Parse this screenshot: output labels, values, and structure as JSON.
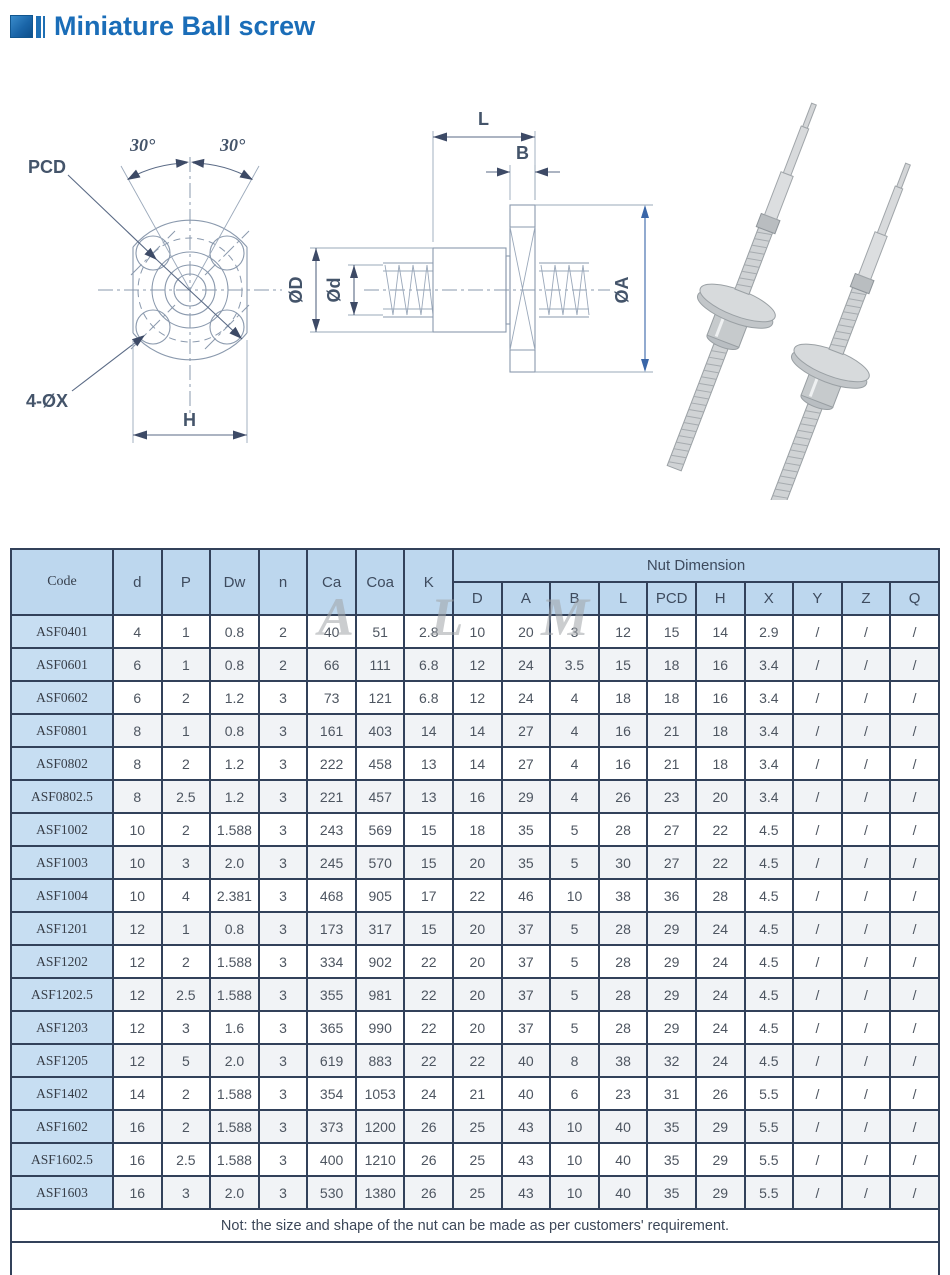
{
  "page": {
    "title": "Miniature Ball screw"
  },
  "watermark": "A L M",
  "colors": {
    "title_blue": "#1a6db8",
    "header_bg": "#bdd7ee",
    "code_bg": "#c7def2",
    "border": "#32415a",
    "stripe": "#f1f3f6",
    "photo_dim_arrow": "#3a66a8"
  },
  "front_view": {
    "pcd": "PCD",
    "angle_left": "30°",
    "angle_right": "30°",
    "holes": "4-ØX",
    "width": "H"
  },
  "side_view": {
    "length": "L",
    "flange_width": "B",
    "outer_dia": "ØD",
    "screw_dia": "Ød",
    "flange_dia": "ØA"
  },
  "table": {
    "main_columns": [
      "Code",
      "d",
      "P",
      "Dw",
      "n",
      "Ca",
      "Coa",
      "K"
    ],
    "group_header": "Nut Dimension",
    "nut_columns": [
      "D",
      "A",
      "B",
      "L",
      "PCD",
      "H",
      "X",
      "Y",
      "Z",
      "Q"
    ],
    "rows": [
      {
        "code": "ASF0401",
        "values": [
          "4",
          "1",
          "0.8",
          "2",
          "40",
          "51",
          "2.8",
          "10",
          "20",
          "3",
          "12",
          "15",
          "14",
          "2.9",
          "/",
          "/",
          "/"
        ]
      },
      {
        "code": "ASF0601",
        "values": [
          "6",
          "1",
          "0.8",
          "2",
          "66",
          "111",
          "6.8",
          "12",
          "24",
          "3.5",
          "15",
          "18",
          "16",
          "3.4",
          "/",
          "/",
          "/"
        ]
      },
      {
        "code": "ASF0602",
        "values": [
          "6",
          "2",
          "1.2",
          "3",
          "73",
          "121",
          "6.8",
          "12",
          "24",
          "4",
          "18",
          "18",
          "16",
          "3.4",
          "/",
          "/",
          "/"
        ]
      },
      {
        "code": "ASF0801",
        "values": [
          "8",
          "1",
          "0.8",
          "3",
          "161",
          "403",
          "14",
          "14",
          "27",
          "4",
          "16",
          "21",
          "18",
          "3.4",
          "/",
          "/",
          "/"
        ]
      },
      {
        "code": "ASF0802",
        "values": [
          "8",
          "2",
          "1.2",
          "3",
          "222",
          "458",
          "13",
          "14",
          "27",
          "4",
          "16",
          "21",
          "18",
          "3.4",
          "/",
          "/",
          "/"
        ]
      },
      {
        "code": "ASF0802.5",
        "values": [
          "8",
          "2.5",
          "1.2",
          "3",
          "221",
          "457",
          "13",
          "16",
          "29",
          "4",
          "26",
          "23",
          "20",
          "3.4",
          "/",
          "/",
          "/"
        ]
      },
      {
        "code": "ASF1002",
        "values": [
          "10",
          "2",
          "1.588",
          "3",
          "243",
          "569",
          "15",
          "18",
          "35",
          "5",
          "28",
          "27",
          "22",
          "4.5",
          "/",
          "/",
          "/"
        ]
      },
      {
        "code": "ASF1003",
        "values": [
          "10",
          "3",
          "2.0",
          "3",
          "245",
          "570",
          "15",
          "20",
          "35",
          "5",
          "30",
          "27",
          "22",
          "4.5",
          "/",
          "/",
          "/"
        ]
      },
      {
        "code": "ASF1004",
        "values": [
          "10",
          "4",
          "2.381",
          "3",
          "468",
          "905",
          "17",
          "22",
          "46",
          "10",
          "38",
          "36",
          "28",
          "4.5",
          "/",
          "/",
          "/"
        ]
      },
      {
        "code": "ASF1201",
        "values": [
          "12",
          "1",
          "0.8",
          "3",
          "173",
          "317",
          "15",
          "20",
          "37",
          "5",
          "28",
          "29",
          "24",
          "4.5",
          "/",
          "/",
          "/"
        ]
      },
      {
        "code": "ASF1202",
        "values": [
          "12",
          "2",
          "1.588",
          "3",
          "334",
          "902",
          "22",
          "20",
          "37",
          "5",
          "28",
          "29",
          "24",
          "4.5",
          "/",
          "/",
          "/"
        ]
      },
      {
        "code": "ASF1202.5",
        "values": [
          "12",
          "2.5",
          "1.588",
          "3",
          "355",
          "981",
          "22",
          "20",
          "37",
          "5",
          "28",
          "29",
          "24",
          "4.5",
          "/",
          "/",
          "/"
        ]
      },
      {
        "code": "ASF1203",
        "values": [
          "12",
          "3",
          "1.6",
          "3",
          "365",
          "990",
          "22",
          "20",
          "37",
          "5",
          "28",
          "29",
          "24",
          "4.5",
          "/",
          "/",
          "/"
        ]
      },
      {
        "code": "ASF1205",
        "values": [
          "12",
          "5",
          "2.0",
          "3",
          "619",
          "883",
          "22",
          "22",
          "40",
          "8",
          "38",
          "32",
          "24",
          "4.5",
          "/",
          "/",
          "/"
        ]
      },
      {
        "code": "ASF1402",
        "values": [
          "14",
          "2",
          "1.588",
          "3",
          "354",
          "1053",
          "24",
          "21",
          "40",
          "6",
          "23",
          "31",
          "26",
          "5.5",
          "/",
          "/",
          "/"
        ]
      },
      {
        "code": "ASF1602",
        "values": [
          "16",
          "2",
          "1.588",
          "3",
          "373",
          "1200",
          "26",
          "25",
          "43",
          "10",
          "40",
          "35",
          "29",
          "5.5",
          "/",
          "/",
          "/"
        ]
      },
      {
        "code": "ASF1602.5",
        "values": [
          "16",
          "2.5",
          "1.588",
          "3",
          "400",
          "1210",
          "26",
          "25",
          "43",
          "10",
          "40",
          "35",
          "29",
          "5.5",
          "/",
          "/",
          "/"
        ]
      },
      {
        "code": "ASF1603",
        "values": [
          "16",
          "3",
          "2.0",
          "3",
          "530",
          "1380",
          "26",
          "25",
          "43",
          "10",
          "40",
          "35",
          "29",
          "5.5",
          "/",
          "/",
          "/"
        ]
      }
    ],
    "note": "Not: the size and shape of the nut can be made as per customers' requirement."
  }
}
